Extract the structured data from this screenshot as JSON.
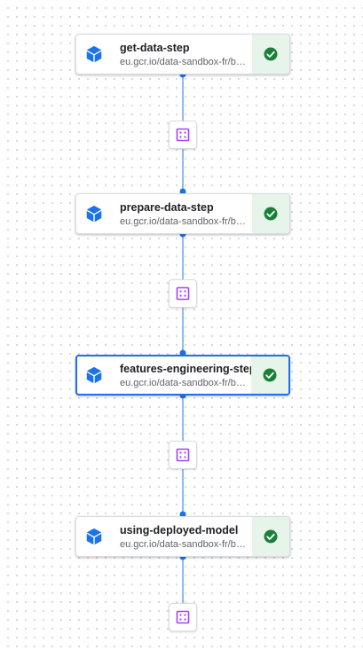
{
  "pipeline": {
    "steps": [
      {
        "name": "get-data-step",
        "image": "eu.gcr.io/data-sandbox-fr/base-image",
        "status": "succeeded",
        "selected": false
      },
      {
        "name": "prepare-data-step",
        "image": "eu.gcr.io/data-sandbox-fr/base-image",
        "status": "succeeded",
        "selected": false
      },
      {
        "name": "features-engineering-step",
        "image": "eu.gcr.io/data-sandbox-fr/base-image",
        "status": "succeeded",
        "selected": true
      },
      {
        "name": "using-deployed-model",
        "image": "eu.gcr.io/data-sandbox-fr/base-image",
        "status": "succeeded",
        "selected": false
      }
    ],
    "artifacts": [
      {
        "icon": "artifact-grid-icon"
      },
      {
        "icon": "artifact-grid-icon"
      },
      {
        "icon": "artifact-grid-icon"
      },
      {
        "icon": "artifact-grid-icon"
      }
    ]
  },
  "colors": {
    "edge": "#1a73e8",
    "cube": "#1a73e8",
    "status_success": "#188038",
    "status_bg": "#e6f4ea",
    "artifact": "#a142f4"
  },
  "icons": {
    "step": "cube-icon",
    "status": "check-circle-icon"
  }
}
